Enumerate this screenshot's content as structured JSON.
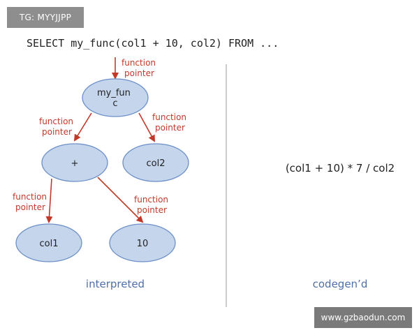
{
  "watermarks": {
    "top_left": "TG: MYYJJPP",
    "bottom_right": "www.gzbaodun.com"
  },
  "query": "SELECT my_func(col1 + 10, col2) FROM ...",
  "tree": {
    "nodes": {
      "root_line1": "my_fun",
      "root_line2": "c",
      "plus": "+",
      "col2": "col2",
      "col1": "col1",
      "ten": "10"
    },
    "edge_label_line1": "function",
    "edge_label_line2": "pointer"
  },
  "captions": {
    "interpreted": "interpreted",
    "codegen": "codegen’d"
  },
  "codegen_expression": "(col1 + 10) * 7 / col2",
  "colors": {
    "node_fill": "#c5d5ec",
    "node_stroke": "#6b8fc7",
    "arrow": "#c0392b",
    "caption": "#4f6fa8"
  }
}
